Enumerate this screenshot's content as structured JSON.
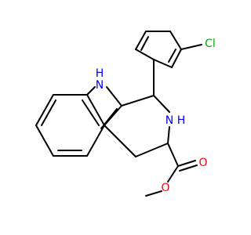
{
  "molecule": {
    "atoms": {
      "indole_nh": "N",
      "indole_nh_h": "H",
      "ring_nh": "N",
      "ring_nh_h": "H",
      "chlorine": "Cl",
      "carbonyl_o": "O",
      "ester_o": "O"
    },
    "colors": {
      "bond": "#000000",
      "nitrogen": "#0000ff",
      "oxygen": "#ff0000",
      "chlorine": "#00aa00"
    }
  }
}
